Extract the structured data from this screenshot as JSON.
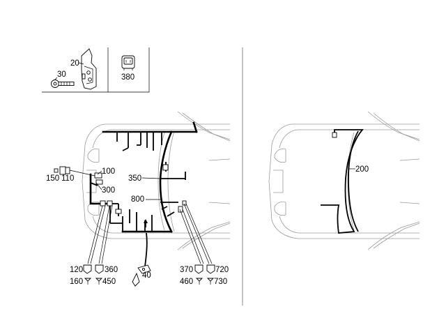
{
  "diagram": {
    "callouts": {
      "c20": "20",
      "c30": "30",
      "c380": "380",
      "c100": "100",
      "c150": "150",
      "c110": "110",
      "c300": "300",
      "c350": "350",
      "c800": "800",
      "c120": "120",
      "c360": "360",
      "c160": "160",
      "c450": "450",
      "c40": "40",
      "c370": "370",
      "c720": "720",
      "c460": "460",
      "c730": "730",
      "c200": "200"
    }
  }
}
